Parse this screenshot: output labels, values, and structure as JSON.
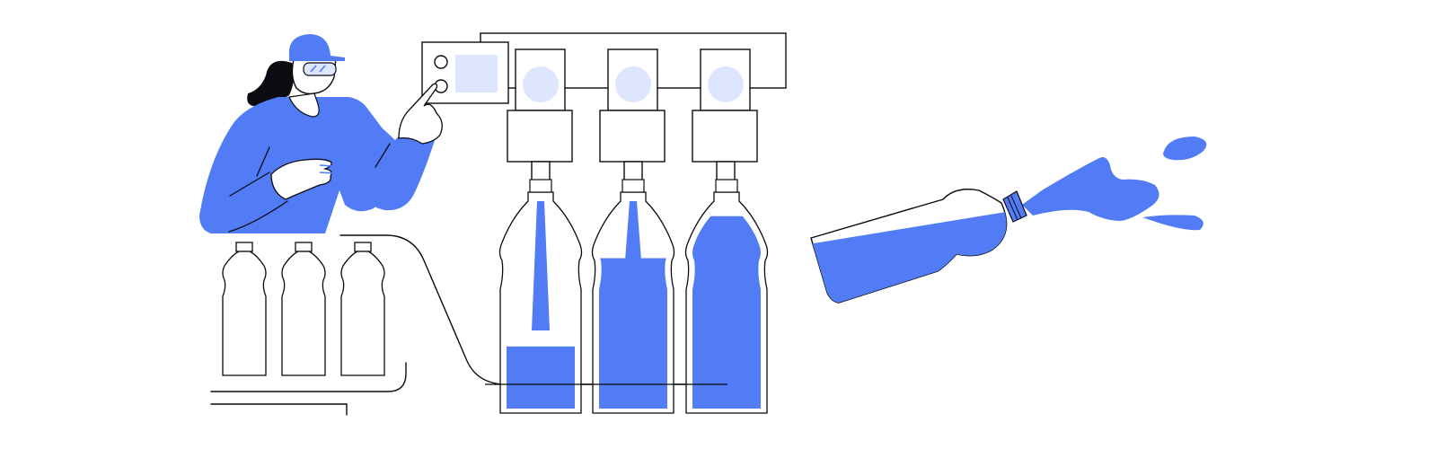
{
  "illustration": {
    "colors": {
      "accent": "#527CF5",
      "light_accent": "#DDE6FD",
      "outline": "#0B0B12",
      "background": "#FFFFFF"
    },
    "worker": {
      "icon": "worker-with-cap-and-goggles-icon"
    },
    "control_panel": {
      "icon": "control-panel-icon"
    },
    "filling_machine": {
      "nozzle_count": 3
    },
    "empty_bottles": {
      "count": 3
    },
    "filling_bottles": {
      "fill_levels": [
        0.3,
        0.72,
        0.92
      ]
    },
    "spilling_bottle": {
      "icon": "tilted-spilling-bottle-icon"
    }
  }
}
